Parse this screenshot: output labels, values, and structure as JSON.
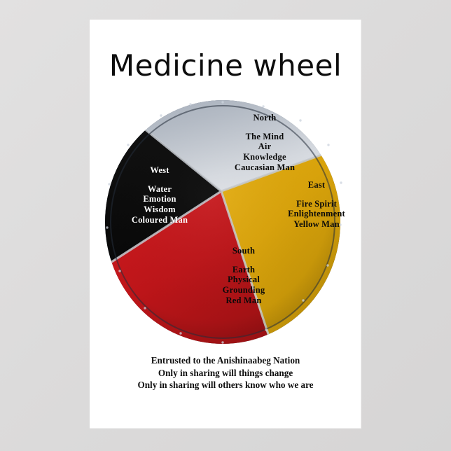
{
  "poster": {
    "title": "Medicine wheel",
    "background_color": "#ffffff",
    "surround_color": "#dededd"
  },
  "wheel": {
    "rim_color": "#3a4452",
    "quadrants": [
      {
        "id": "north",
        "direction": "North",
        "color": "#b9c0c9",
        "text_color": "#0a0a0a",
        "lines": [
          "The Mind",
          "Air",
          "Knowledge",
          "Caucasian Man"
        ]
      },
      {
        "id": "east",
        "direction": "East",
        "color": "#d9a30b",
        "text_color": "#0a0a0a",
        "lines": [
          "Fire Spirit",
          "Enlightenment",
          "Yellow Man"
        ]
      },
      {
        "id": "south",
        "direction": "South",
        "color": "#c4161c",
        "text_color": "#0a0a0a",
        "lines": [
          "Earth",
          "Physical",
          "Grounding",
          "Red Man"
        ]
      },
      {
        "id": "west",
        "direction": "West",
        "color": "#0d0d0d",
        "text_color": "#ffffff",
        "lines": [
          "Water",
          "Emotion",
          "Wisdom",
          "Coloured Man"
        ]
      }
    ]
  },
  "footer": {
    "lines": [
      "Entrusted to the Anishinaabeg Nation",
      "Only in sharing will things change",
      "Only in sharing will others know who we are"
    ]
  }
}
